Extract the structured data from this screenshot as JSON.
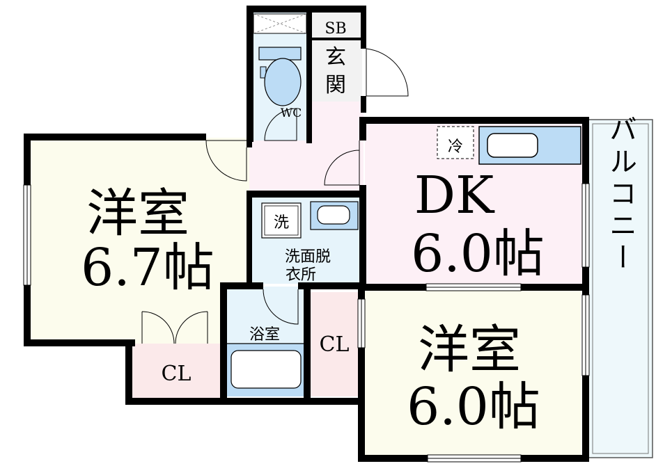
{
  "rooms": {
    "western_a": {
      "name": "洋室",
      "size": "6.7帖"
    },
    "dk": {
      "name": "DK",
      "size": "6.0帖"
    },
    "western_b": {
      "name": "洋室",
      "size": "6.0帖"
    },
    "closet_left": {
      "name": "CL"
    },
    "closet_middle": {
      "name": "CL"
    },
    "bath": {
      "name": "浴室"
    },
    "washroom": {
      "line1": "洗面脱",
      "line2": "衣所"
    },
    "washer": {
      "name": "洗"
    },
    "toilet": {
      "name": "WC"
    },
    "entrance": {
      "name_top": "玄",
      "name_bottom": "関"
    },
    "shoe_box": {
      "name": "SB"
    },
    "fridge": {
      "name": "冷"
    },
    "balcony": {
      "name": "バルコニー"
    }
  },
  "colors": {
    "wall": "#000000",
    "western": "#fcfced",
    "dk": "#fdf0f6",
    "closet": "#fbe9ea",
    "water": "#e6f4fb",
    "fixture": "#bcdcf5",
    "balcony": "#eef8fb",
    "entrance": "#f2f2f2"
  }
}
